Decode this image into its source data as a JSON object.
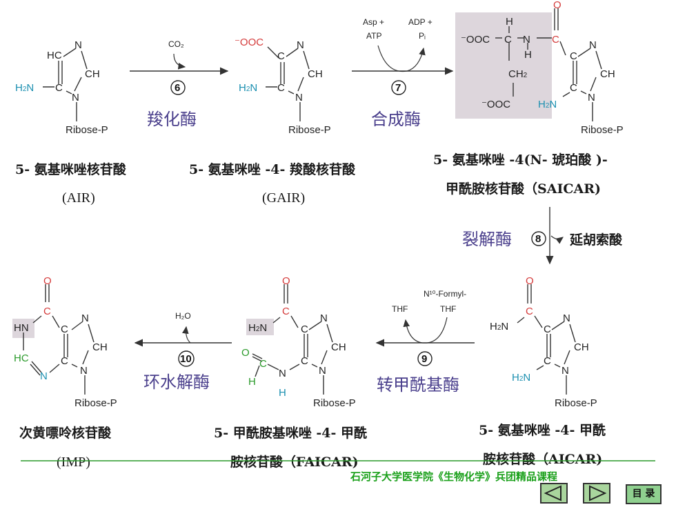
{
  "compounds": {
    "air": {
      "name": "5- 氨基咪唑核苷酸",
      "abbr": "(AIR)"
    },
    "gair": {
      "name": "5- 氨基咪唑 -4- 羧酸核苷酸",
      "abbr": "(GAIR)"
    },
    "saicar": {
      "name_line1": "5- 氨基咪唑 -4(N- 琥珀酸 )-",
      "name_line2": "甲酰胺核苷酸（SAICAR)"
    },
    "aicar": {
      "name_line1": "5- 氨基咪唑 -4- 甲酰",
      "name_line2": "胺核苷酸（AICAR)"
    },
    "faicar": {
      "name_line1": "5- 甲酰胺基咪唑 -4- 甲酰",
      "name_line2": "胺核苷酸（FAICAR)"
    },
    "imp": {
      "name": "次黄嘌呤核苷酸",
      "abbr": "(IMP)"
    }
  },
  "steps": {
    "s6": {
      "number": "6",
      "enzyme": "羧化酶",
      "reagent": "CO₂"
    },
    "s7": {
      "number": "7",
      "enzyme": "合成酶",
      "in_line1": "Asp +",
      "in_line2": "ATP",
      "out_line1": "ADP +",
      "out_line2": "Pᵢ"
    },
    "s8": {
      "number": "8",
      "enzyme": "裂解酶",
      "product": "延胡索酸"
    },
    "s9": {
      "number": "9",
      "enzyme": "转甲酰基酶",
      "in_label": "THF",
      "donor_line1": "N¹⁰-Formyl-",
      "donor_line2": "THF"
    },
    "s10": {
      "number": "10",
      "enzyme": "环水解酶",
      "product": "H₂O"
    }
  },
  "labels": {
    "ribose_p": "Ribose-P",
    "h2n": "H₂N",
    "coo": "⁻OOC"
  },
  "footer": {
    "course": "石河子大学医学院《生物化学》兵团精品课程",
    "menu": "目 录"
  },
  "colors": {
    "enzyme": "#4a3f8c",
    "amino": "#1a8fb0",
    "carbonyl": "#d43a3a",
    "formyl": "#2a9a2a",
    "footer": "#1aa01a"
  }
}
